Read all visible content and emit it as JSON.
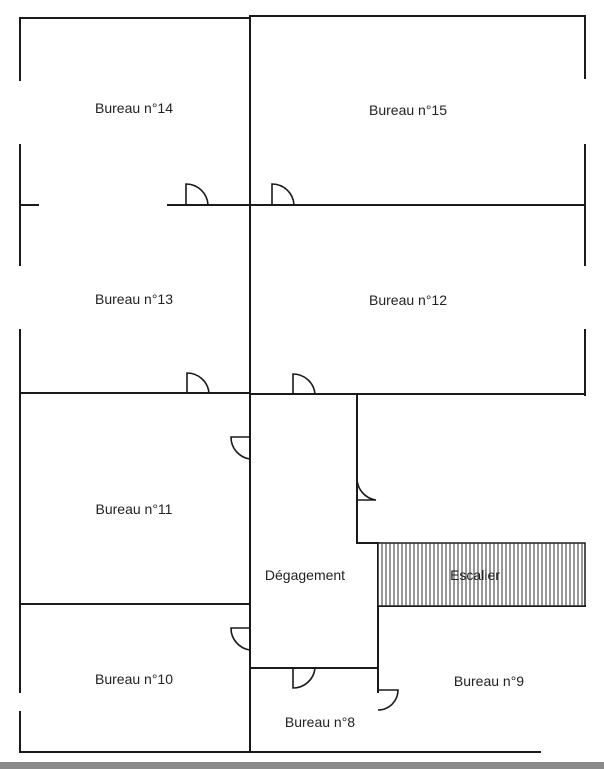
{
  "rooms": {
    "r14": "Bureau n°14",
    "r15": "Bureau n°15",
    "r13": "Bureau n°13",
    "r12": "Bureau n°12",
    "r11": "Bureau n°11",
    "r10": "Bureau n°10",
    "r9": "Bureau n°9",
    "r8": "Bureau n°8",
    "degagement": "Dégagement",
    "escalier": "Escalier"
  },
  "colors": {
    "wall": "#1a1a1a",
    "background": "#ffffff"
  }
}
